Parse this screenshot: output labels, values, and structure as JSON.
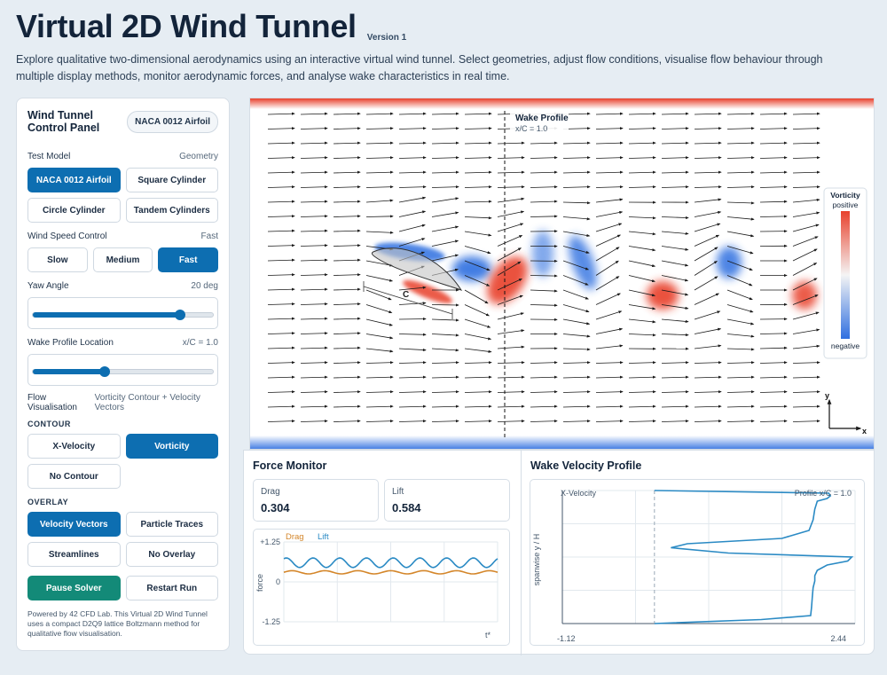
{
  "header": {
    "title": "Virtual 2D Wind Tunnel",
    "version": "Version 1",
    "description": "Explore qualitative two-dimensional aerodynamics using an interactive virtual wind tunnel. Select geometries, adjust flow conditions, visualise flow behaviour through multiple display methods, monitor aerodynamic forces, and analyse wake characteristics in real time."
  },
  "panel": {
    "title": "Wind Tunnel Control Panel",
    "model_pill": "NACA 0012 Airfoil",
    "test_model_label": "Test Model",
    "test_model_value": "Geometry",
    "models": [
      "NACA 0012 Airfoil",
      "Square Cylinder",
      "Circle Cylinder",
      "Tandem Cylinders"
    ],
    "wind_label": "Wind Speed Control",
    "wind_value": "Fast",
    "speeds": [
      "Slow",
      "Medium",
      "Fast"
    ],
    "yaw_label": "Yaw Angle",
    "yaw_value": "20 deg",
    "yaw_fraction": 0.82,
    "wake_label": "Wake Profile Location",
    "wake_value": "x/C = 1.0",
    "wake_fraction": 0.4,
    "flowvis_label": "Flow Visualisation",
    "flowvis_value": "Vorticity Contour + Velocity Vectors",
    "contour_section": "CONTOUR",
    "contours": [
      "X-Velocity",
      "Vorticity",
      "No Contour"
    ],
    "overlay_section": "OVERLAY",
    "overlays": [
      "Velocity Vectors",
      "Particle Traces",
      "Streamlines",
      "No Overlay"
    ],
    "pause_label": "Pause Solver",
    "restart_label": "Restart Run",
    "footnote": "Powered by 42 CFD Lab. This Virtual 2D Wind Tunnel uses a compact D2Q9 lattice Boltzmann method for qualitative flow visualisation."
  },
  "viz": {
    "wake_profile_title": "Wake Profile",
    "wake_profile_sub": "x/C = 1.0",
    "chord_label": "C",
    "legend_title": "Vorticity",
    "legend_positive": "positive",
    "legend_negative": "negative",
    "axis_x": "x",
    "axis_y": "y",
    "colors": {
      "positive": "#e8412c",
      "negative": "#2f6fe0"
    }
  },
  "force": {
    "title": "Force Monitor",
    "drag_label": "Drag",
    "drag_value": "0.304",
    "lift_label": "Lift",
    "lift_value": "0.584"
  },
  "wake": {
    "title": "Wake Velocity Profile",
    "chart_label": "X-Velocity",
    "chart_profile": "Profile x/C = 1.0"
  },
  "chart_data": [
    {
      "type": "line",
      "ylabel": "force",
      "xlabel": "t*",
      "ylim": [
        -1.25,
        1.25
      ],
      "yticks": [
        "+1.25",
        "0",
        "-1.25"
      ],
      "legend": [
        "Drag",
        "Lift"
      ],
      "series": [
        {
          "name": "Drag",
          "color": "#d4862a",
          "mean": 0.3,
          "amplitude": 0.05,
          "cycles": 6.5
        },
        {
          "name": "Lift",
          "color": "#2a8ac4",
          "mean": 0.6,
          "amplitude": 0.15,
          "cycles": 8
        }
      ]
    },
    {
      "type": "line",
      "xlabel": "X-Velocity",
      "ylabel": "spanwise y / H",
      "xlim": [
        -1.12,
        2.44
      ],
      "xticks": [
        "-1.12",
        "2.44"
      ],
      "ylim": [
        0,
        1
      ],
      "series": [
        {
          "name": "X-Velocity",
          "color": "#2a8ac4",
          "y": [
            0.0,
            0.02,
            0.04,
            0.06,
            0.08,
            0.14,
            0.22,
            0.3,
            0.36,
            0.4,
            0.43,
            0.47,
            0.5,
            0.53,
            0.56,
            0.6,
            0.64,
            0.68,
            0.73,
            0.8,
            0.88,
            0.94,
            0.97,
            1.0
          ],
          "x": [
            0.0,
            2.12,
            2.14,
            2.1,
            1.98,
            1.95,
            1.93,
            1.88,
            1.55,
            0.4,
            0.2,
            0.9,
            2.4,
            2.35,
            2.1,
            1.98,
            1.95,
            1.95,
            1.93,
            1.92,
            1.91,
            1.9,
            1.3,
            0.0
          ]
        }
      ]
    }
  ]
}
